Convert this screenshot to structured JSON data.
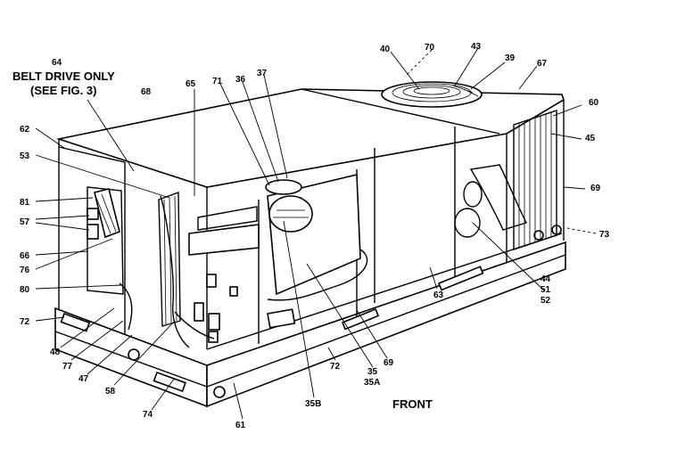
{
  "diagram": {
    "callouts": [
      {
        "id": "c64",
        "text": "64"
      },
      {
        "id": "c62",
        "text": "62"
      },
      {
        "id": "c68",
        "text": "68"
      },
      {
        "id": "c65",
        "text": "65"
      },
      {
        "id": "c71",
        "text": "71"
      },
      {
        "id": "c36",
        "text": "36"
      },
      {
        "id": "c37",
        "text": "37"
      },
      {
        "id": "c40",
        "text": "40"
      },
      {
        "id": "c70",
        "text": "70"
      },
      {
        "id": "c43",
        "text": "43"
      },
      {
        "id": "c39",
        "text": "39"
      },
      {
        "id": "c67",
        "text": "67"
      },
      {
        "id": "c60a",
        "text": "60"
      },
      {
        "id": "c45",
        "text": "45"
      },
      {
        "id": "c69a",
        "text": "69"
      },
      {
        "id": "c73",
        "text": "73"
      },
      {
        "id": "c53",
        "text": "53"
      },
      {
        "id": "c81",
        "text": "81"
      },
      {
        "id": "c57",
        "text": "57"
      },
      {
        "id": "c66",
        "text": "66"
      },
      {
        "id": "c76",
        "text": "76"
      },
      {
        "id": "c80",
        "text": "80"
      },
      {
        "id": "c72a",
        "text": "72"
      },
      {
        "id": "c48",
        "text": "48"
      },
      {
        "id": "c77",
        "text": "77"
      },
      {
        "id": "c47",
        "text": "47"
      },
      {
        "id": "c58",
        "text": "58"
      },
      {
        "id": "c74",
        "text": "74"
      },
      {
        "id": "c61",
        "text": "61"
      },
      {
        "id": "c35b",
        "text": "35B"
      },
      {
        "id": "c72b",
        "text": "72"
      },
      {
        "id": "c35",
        "text": "35"
      },
      {
        "id": "c35a",
        "text": "35A"
      },
      {
        "id": "c69b",
        "text": "69"
      },
      {
        "id": "c63",
        "text": "63"
      },
      {
        "id": "c44",
        "text": "44"
      },
      {
        "id": "c51",
        "text": "51"
      },
      {
        "id": "c52",
        "text": "52"
      }
    ],
    "note_line1": "BELT DRIVE ONLY",
    "note_line2": "(SEE FIG. 3)",
    "front_label": "FRONT"
  }
}
